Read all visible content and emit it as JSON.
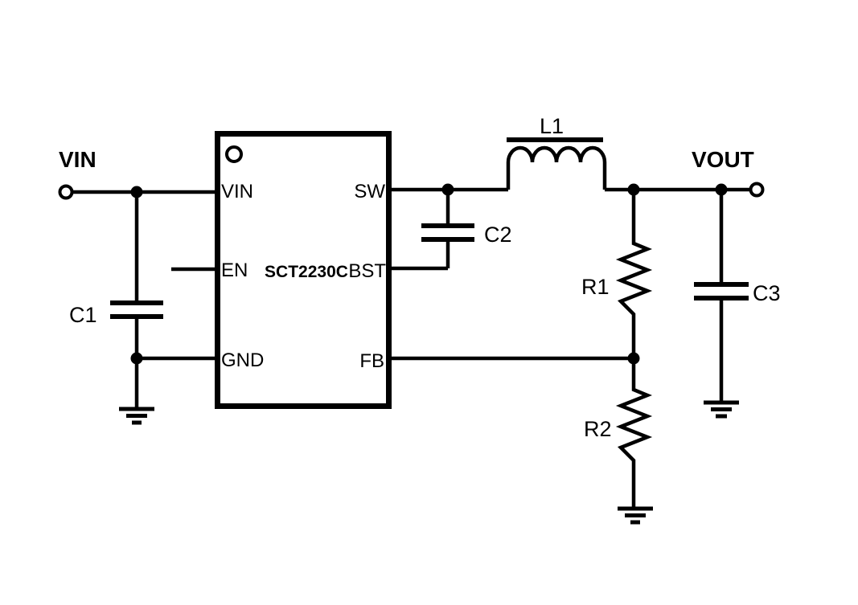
{
  "colors": {
    "line": "#000000",
    "label": "#000000",
    "background": "#ffffff"
  },
  "ports": {
    "input_label": "VIN",
    "output_label": "VOUT"
  },
  "ic": {
    "part_number": "SCT2230C",
    "pins": {
      "vin": "VIN",
      "en": "EN",
      "gnd": "GND",
      "sw": "SW",
      "bst": "BST",
      "fb": "FB"
    }
  },
  "components": {
    "input_cap": "C1",
    "bootstrap_cap": "C2",
    "output_cap": "C3",
    "inductor": "L1",
    "feedback_top_resistor": "R1",
    "feedback_bottom_resistor": "R2"
  }
}
